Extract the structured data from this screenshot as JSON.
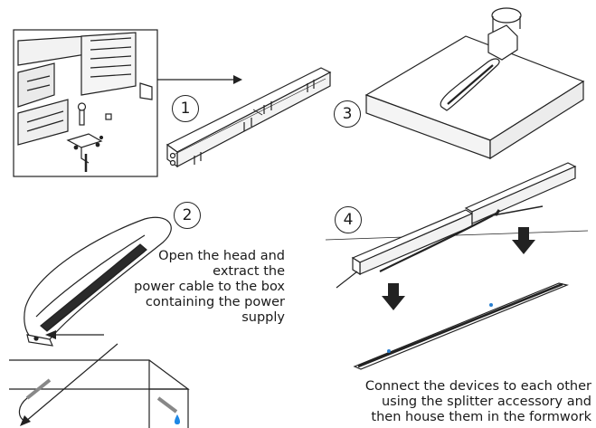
{
  "steps": [
    {
      "number": "1"
    },
    {
      "number": "2"
    },
    {
      "number": "3"
    },
    {
      "number": "4"
    }
  ],
  "captions": {
    "step2": [
      "Open the head and",
      "extract the",
      "power cable to the box",
      "containing the power",
      "supply"
    ],
    "step4": [
      "Connect the devices to each other",
      "using the splitter accessory and",
      "then house them in the formwork"
    ]
  },
  "colors": {
    "line": "#222222",
    "accent": "#2a7fd0",
    "drop": "#1e88e5"
  }
}
